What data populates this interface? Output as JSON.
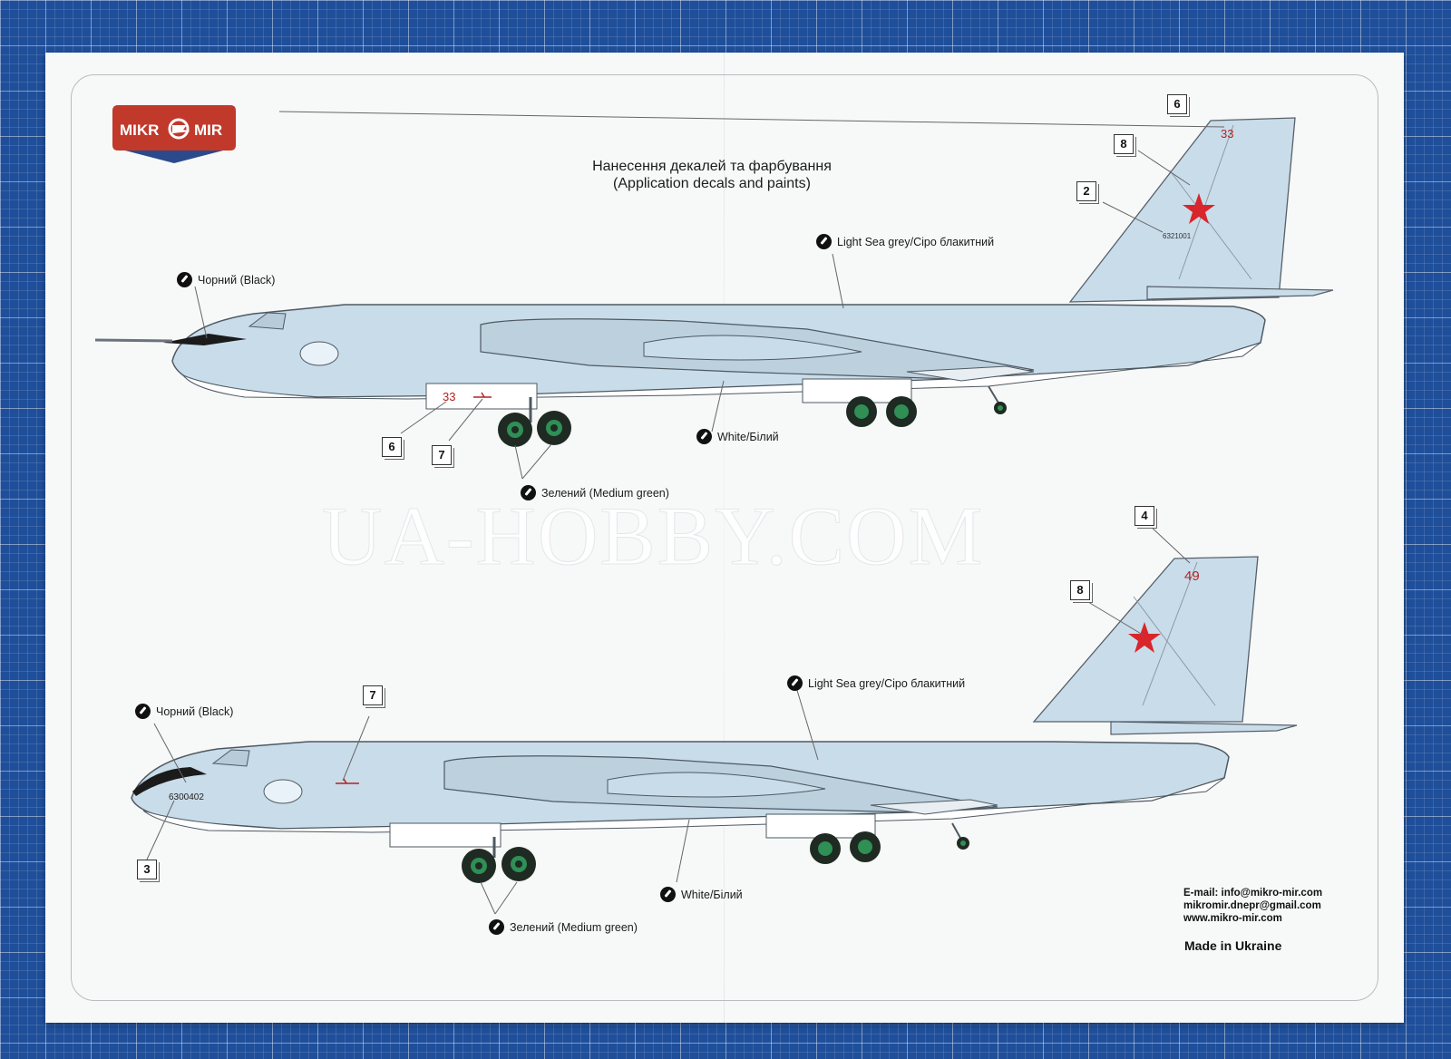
{
  "brand": {
    "logo_text": "MikroMir",
    "logo_colors": {
      "red": "#c0392b",
      "blue": "#2b4a8b"
    }
  },
  "title": {
    "line1": "Нанесення декалей та фарбування",
    "line2": "(Application decals and paints)"
  },
  "watermark": "UA-HOBBY.COM",
  "top_profile": {
    "tail_number": "33",
    "serial": "6321001",
    "fuselage_code": "33",
    "callouts": [
      "6",
      "8",
      "2",
      "6",
      "7"
    ],
    "paints": {
      "black": "Чорний (Black)",
      "sea_grey": "Light Sea grey/Сіро блакитний",
      "white": "White/Білий",
      "green": "Зелений (Medium green)"
    }
  },
  "bottom_profile": {
    "tail_number": "49",
    "serial": "6300402",
    "callouts": [
      "4",
      "8",
      "7",
      "3"
    ],
    "paints": {
      "black": "Чорний (Black)",
      "sea_grey": "Light Sea grey/Сіро блакитний",
      "white": "White/Білий",
      "green": "Зелений (Medium green)"
    }
  },
  "colors": {
    "sea_grey": "#c9dcea",
    "white": "#ffffff",
    "green": "#2f8f55",
    "red_star": "#d8262c",
    "black": "#1b1b1b"
  },
  "contact": {
    "email1": "E-mail: info@mikro-mir.com",
    "email2": "mikromir.dnepr@gmail.com",
    "web": "www.mikro-mir.com"
  },
  "made_in": "Made in Ukraine"
}
